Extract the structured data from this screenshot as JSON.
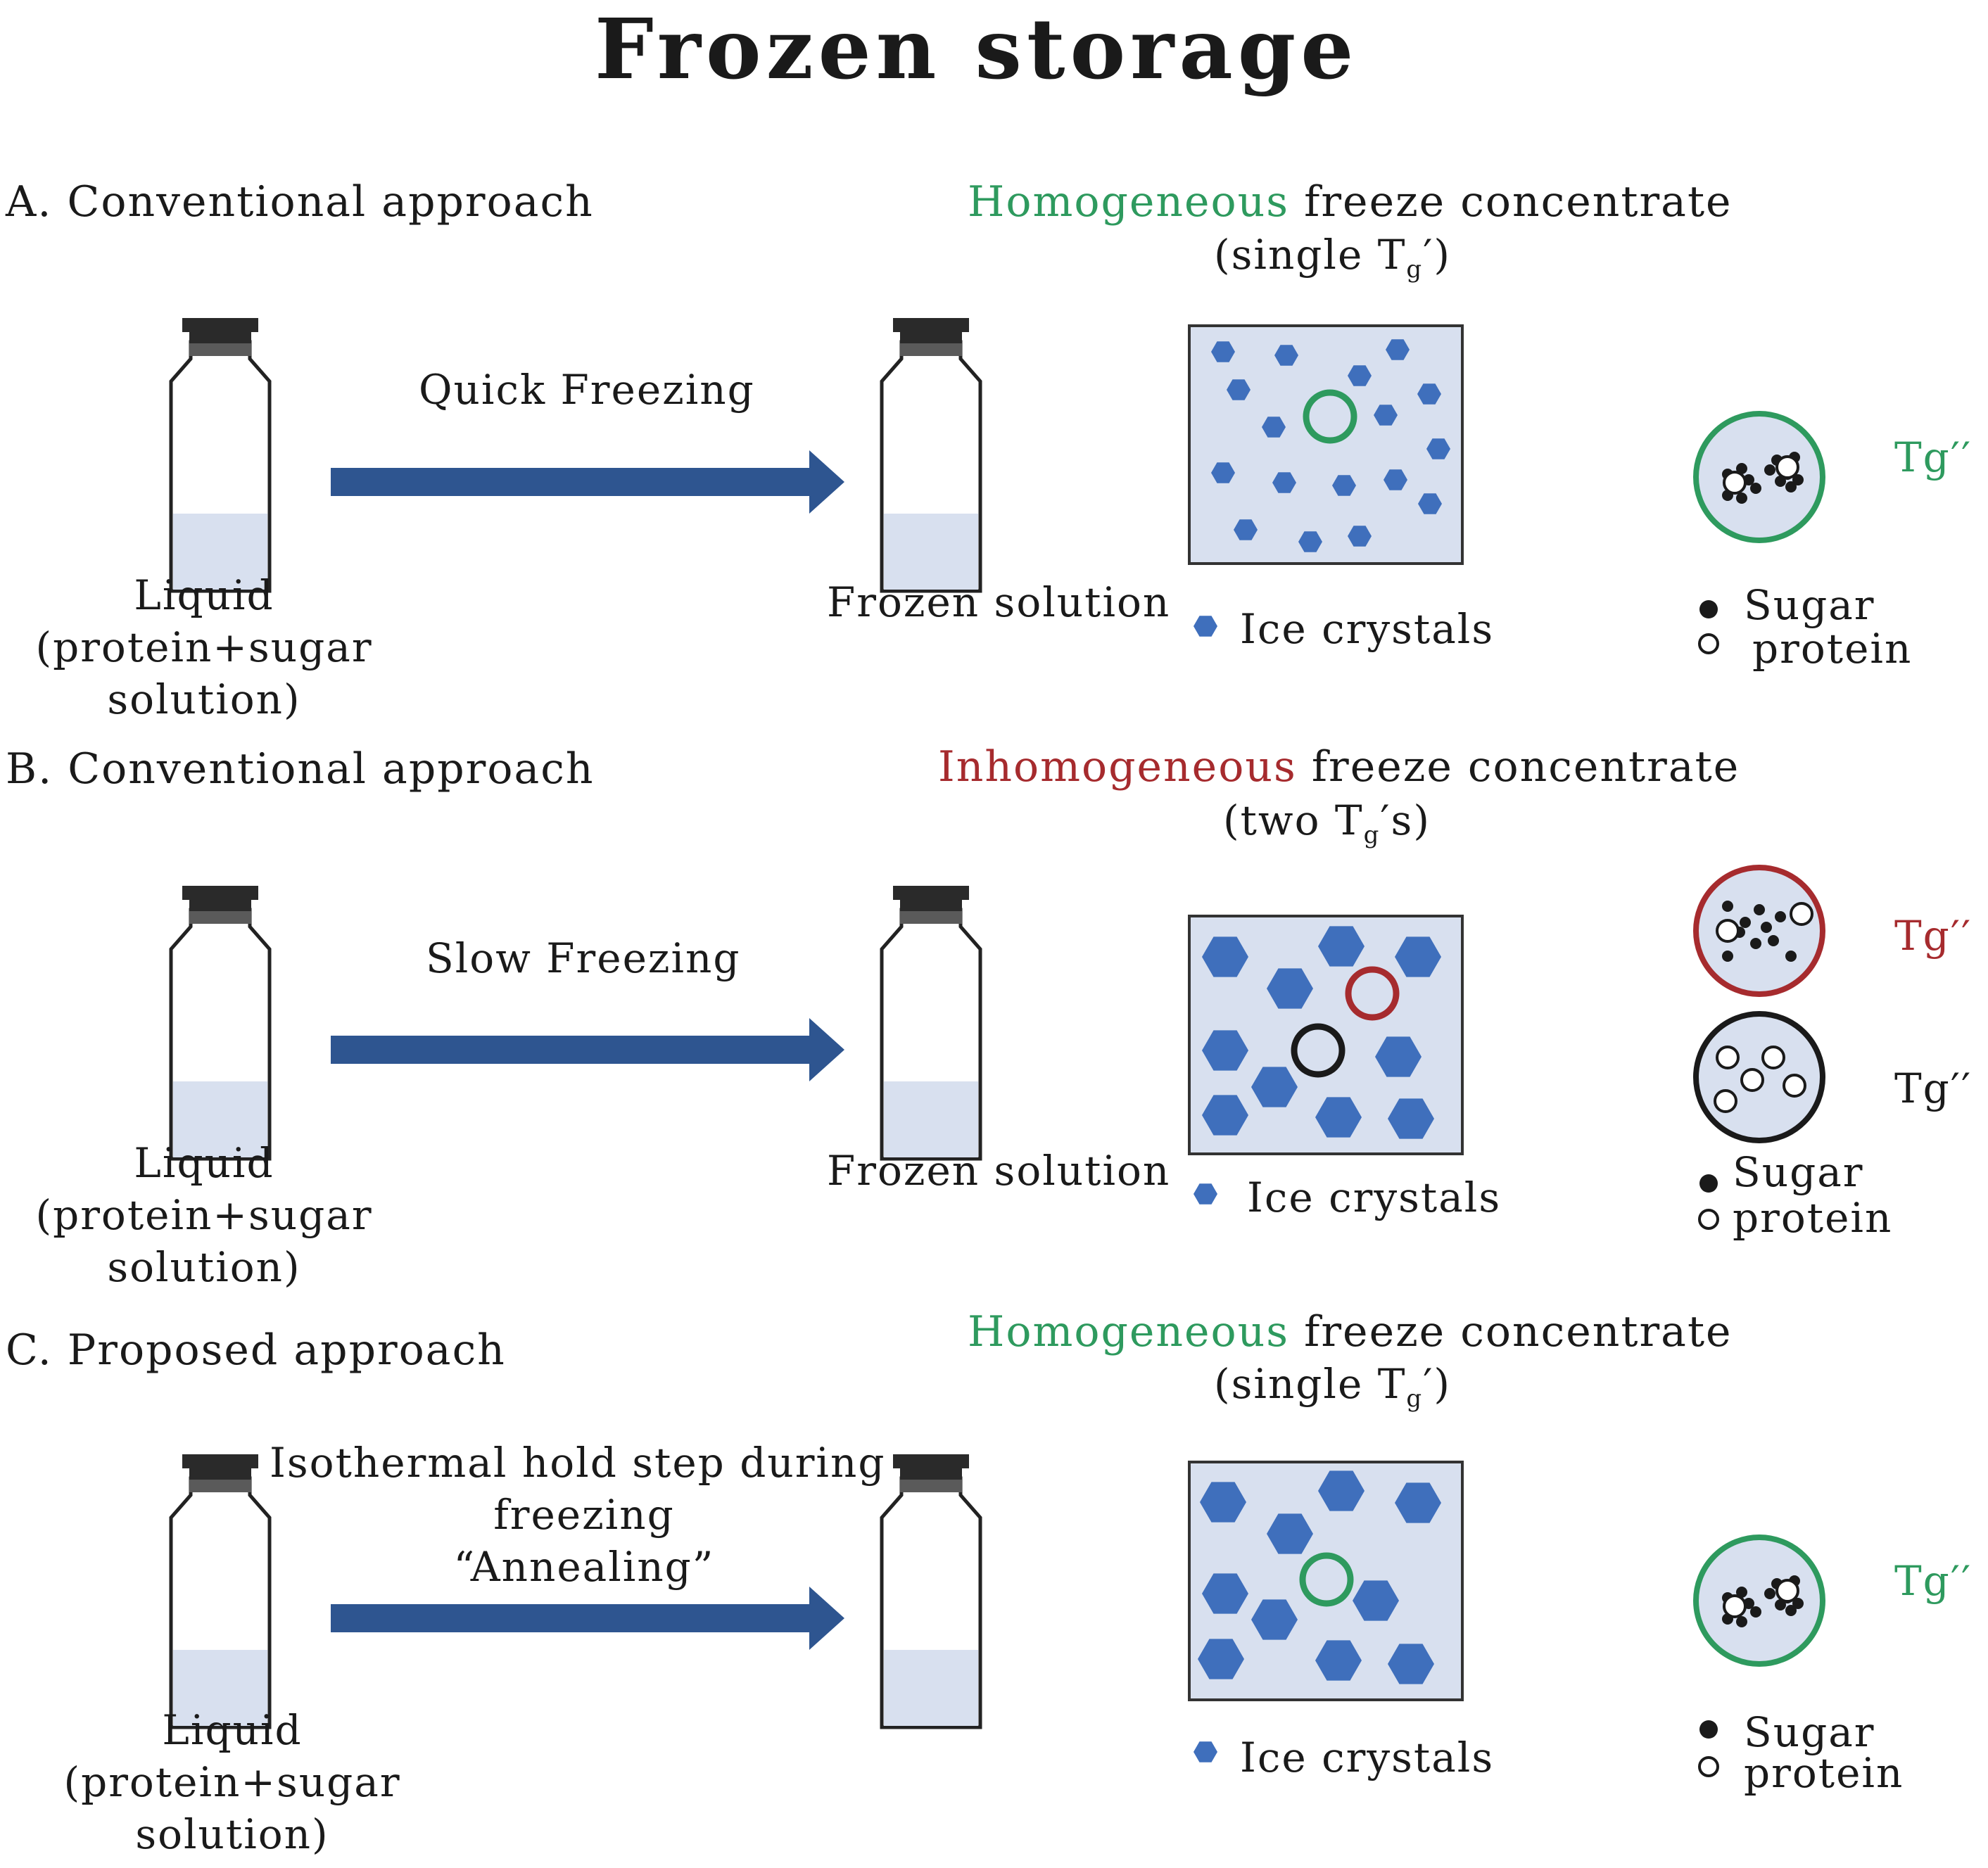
{
  "title": "Frozen storage",
  "colors": {
    "arrow": "#2e5590",
    "hexagon": "#3f6fbc",
    "box_fill": "#d8e0ef",
    "liquid": "#d8e0ef",
    "cap": "#2a2a2a",
    "green": "#2e9a5e",
    "red": "#a62b2e",
    "black": "#1a1a1a"
  },
  "panels": [
    {
      "heading": "A. Conventional approach",
      "state_word": "Homogeneous",
      "state_color": "#2e9a5e",
      "state_rest": " freeze concentrate",
      "tg_note": {
        "open": "(single T",
        "sub": "g",
        "close": "′)"
      },
      "process_lines": [
        "Quick Freezing"
      ],
      "start_label": [
        "Liquid",
        "(protein+sugar",
        "solution)"
      ],
      "end_label": "Frozen solution",
      "ice_legend": "Ice crystals",
      "tg_labels": [
        {
          "text": "Tg′′",
          "color": "#2e9a5e"
        }
      ],
      "legend": {
        "sugar": "Sugar",
        "protein": "protein"
      }
    },
    {
      "heading": "B. Conventional approach",
      "state_word": "Inhomogeneous",
      "state_color": "#a62b2e",
      "state_rest": " freeze concentrate",
      "tg_note": {
        "open": "(two T",
        "sub": "g",
        "close": "′s)"
      },
      "process_lines": [
        "Slow Freezing"
      ],
      "start_label": [
        "Liquid",
        "(protein+sugar",
        "solution)"
      ],
      "end_label": "Frozen solution",
      "ice_legend": "Ice crystals",
      "tg_labels": [
        {
          "text": "Tg′′",
          "color": "#a62b2e"
        },
        {
          "text": "Tg′′",
          "color": "#1a1a1a"
        }
      ],
      "legend": {
        "sugar": "Sugar",
        "protein": "protein"
      }
    },
    {
      "heading": "C. Proposed approach",
      "state_word": "Homogeneous",
      "state_color": "#2e9a5e",
      "state_rest": " freeze concentrate",
      "tg_note": {
        "open": "(single T",
        "sub": "g",
        "close": "′)"
      },
      "process_lines": [
        "Isothermal hold step during",
        "freezing",
        "“Annealing”"
      ],
      "start_label": [
        "Liquid",
        "(protein+sugar",
        "solution)"
      ],
      "ice_legend": "Ice crystals",
      "tg_labels": [
        {
          "text": "Tg′′",
          "color": "#2e9a5e"
        }
      ],
      "legend": {
        "sugar": "Sugar",
        "protein": "protein"
      }
    }
  ]
}
